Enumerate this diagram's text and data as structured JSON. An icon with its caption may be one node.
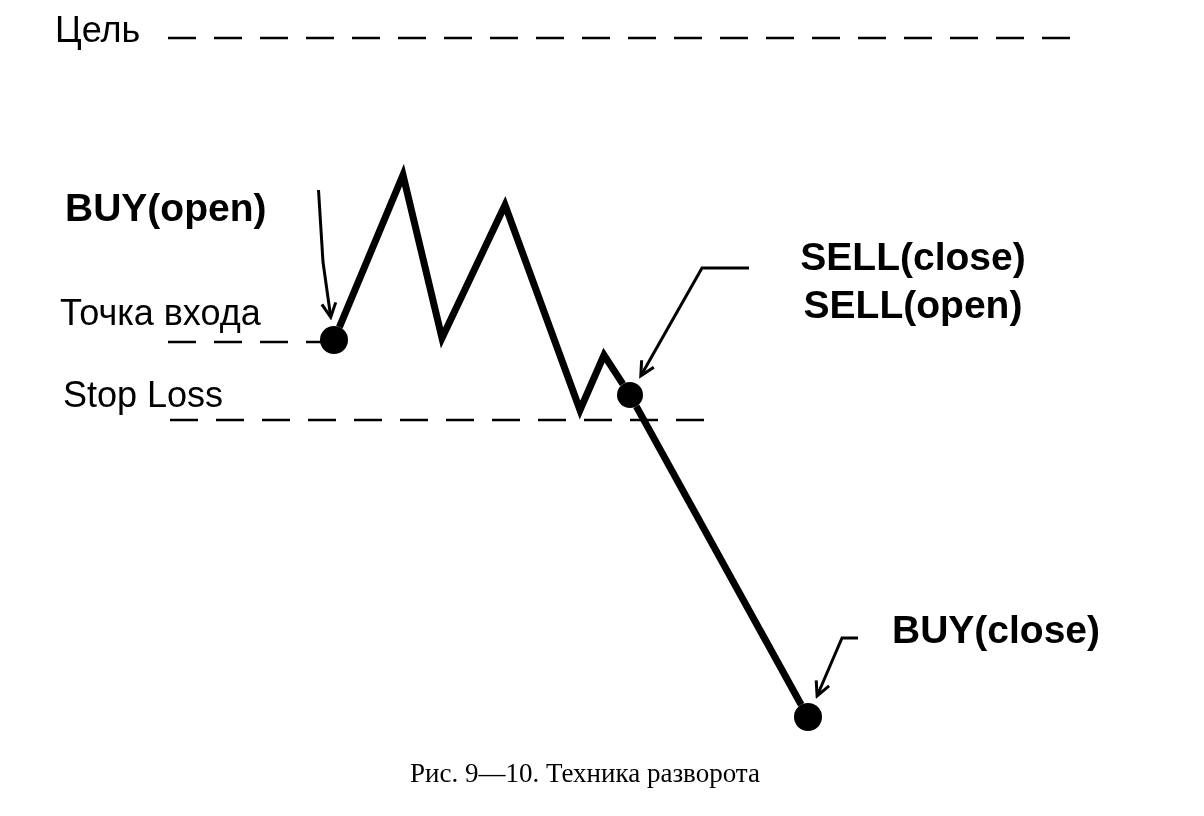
{
  "diagram": {
    "caption": "Рис. 9—10. Техника разворота",
    "nodes": [
      {
        "text": [
          "BUY(open)"
        ]
      },
      {
        "text": [],
        "shape": "circle"
      },
      {
        "text": [
          "SELL(close)",
          "SELL(open)"
        ]
      },
      {
        "text": [],
        "shape": "circle"
      },
      {
        "text": [
          "BUY(close)"
        ]
      },
      {
        "text": [],
        "shape": "circle"
      }
    ],
    "edges": [
      {
        "from": 0,
        "to": 1,
        "arrow": "to"
      },
      {
        "from": 2,
        "to": 3,
        "arrow": "to"
      },
      {
        "from": 4,
        "to": 5,
        "arrow": "to"
      },
      {
        "from": 1,
        "to": 3,
        "arrow": "none",
        "style": "thick"
      },
      {
        "from": 3,
        "to": 5,
        "arrow": "none",
        "style": "thick"
      }
    ],
    "labels": [
      "Цель",
      "Точка входа",
      "Stop Loss"
    ]
  }
}
